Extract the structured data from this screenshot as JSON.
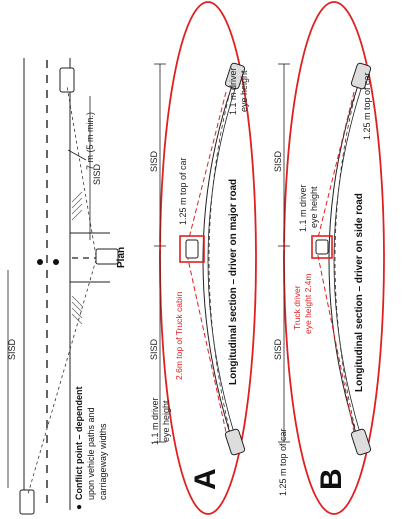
{
  "plan": {
    "title": "Plan",
    "dimension_label": "7 m (5 m min.)",
    "sisd_top": "SISD",
    "sisd_bottom": "SISD",
    "legend_bullet": "●",
    "legend_line1": "Conflict point – dependent",
    "legend_line2": "upon vehicle paths and",
    "legend_line3": "carriageway widths"
  },
  "panel_a": {
    "letter": "A",
    "caption": "Longitudinal section – driver on major road",
    "sisd_upper": "SISD",
    "sisd_lower": "SISD",
    "car_top_label": "1.25 m top of car",
    "eye_top_line1": "1.1 m driver",
    "eye_top_line2": "eye height",
    "eye_bottom_line1": "1.1 m driver",
    "eye_bottom_line2": "eye height",
    "truck_label": "2.6m top of Truck cabin"
  },
  "panel_b": {
    "letter": "B",
    "caption": "Longitudinal section – driver on side road",
    "sisd_upper": "SISD",
    "sisd_lower": "SISD",
    "car_top_upper": "1.25 m top of car",
    "car_top_lower": "1.25 m top of car",
    "eye_line1": "1.1 m driver",
    "eye_line2": "eye height",
    "truck_line1": "Truck driver",
    "truck_line2": "eye height 2.4m"
  },
  "colors": {
    "highlight_red": "#e02020",
    "ink": "#1a1a1a",
    "accent_gray": "#555555"
  }
}
